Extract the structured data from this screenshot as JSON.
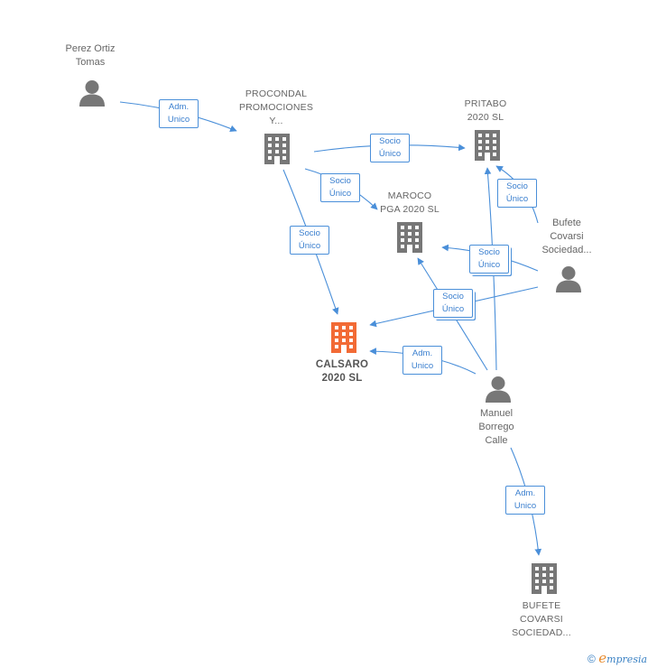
{
  "colors": {
    "edge": "#4a8fd9",
    "node": "#777777",
    "focus": "#f26a35",
    "text": "#666666"
  },
  "nodes": {
    "perez": {
      "lines": [
        "Perez Ortiz",
        "Tomas"
      ],
      "icon": "person-icon"
    },
    "procondal": {
      "lines": [
        "PROCONDAL",
        "PROMOCIONES",
        "Y..."
      ],
      "icon": "building-icon"
    },
    "pritabo": {
      "lines": [
        "PRITABO",
        "2020  SL"
      ],
      "icon": "building-icon"
    },
    "maroco": {
      "lines": [
        "MAROCO",
        "PGA 2020  SL"
      ],
      "icon": "building-icon"
    },
    "bufete_person": {
      "lines": [
        "Bufete",
        "Covarsi",
        "Sociedad..."
      ],
      "icon": "person-icon"
    },
    "calsaro": {
      "lines": [
        "CALSARO",
        "2020  SL"
      ],
      "icon": "building-icon"
    },
    "manuel": {
      "lines": [
        "Manuel",
        "Borrego",
        "Calle"
      ],
      "icon": "person-icon"
    },
    "bufete_company": {
      "lines": [
        "BUFETE",
        "COVARSI",
        "SOCIEDAD..."
      ],
      "icon": "building-icon"
    }
  },
  "edges": [
    {
      "id": "perez-procondal",
      "lines": [
        "Adm.",
        "Unico"
      ]
    },
    {
      "id": "procondal-pritabo",
      "lines": [
        "Socio",
        "Único"
      ]
    },
    {
      "id": "procondal-maroco",
      "lines": [
        "Socio",
        "Único"
      ]
    },
    {
      "id": "procondal-calsaro",
      "lines": [
        "Socio",
        "Único"
      ]
    },
    {
      "id": "bufete-pritabo",
      "lines": [
        "Socio",
        "Único"
      ]
    },
    {
      "id": "bufete-maroco",
      "lines": [
        "Socio",
        "Único"
      ]
    },
    {
      "id": "bufete-calsaro",
      "lines": [
        "Socio",
        "Único"
      ]
    },
    {
      "id": "manuel-calsaro",
      "lines": [
        "Adm.",
        "Unico"
      ]
    },
    {
      "id": "manuel-bufete",
      "lines": [
        "Adm.",
        "Unico"
      ]
    }
  ],
  "footer": {
    "copyright": "©",
    "brand_initial": "e",
    "brand_rest": "mpresia"
  }
}
